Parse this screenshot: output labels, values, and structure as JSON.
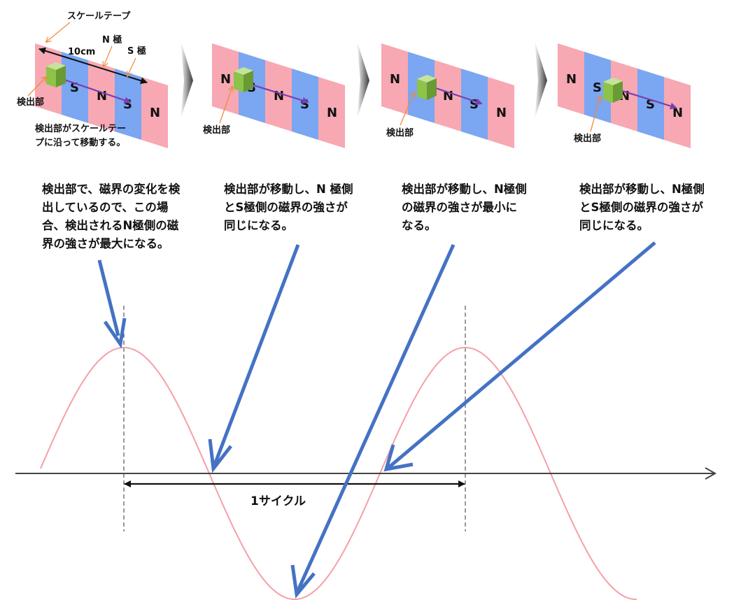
{
  "panel1": {
    "scale_tape_label": "スケールテープ",
    "length_label": "10cm",
    "n_pole_label": "N 極",
    "s_pole_label": "S 極",
    "detector_label": "検出部",
    "caption_line1": "検出部がスケールテー",
    "caption_line2": "プに沿って移動する。",
    "stripes": [
      "",
      "S",
      "N",
      "S",
      "N"
    ]
  },
  "panel2": {
    "detector_label": "検出部",
    "stripes": [
      "N",
      "S",
      "N",
      "S",
      "N"
    ]
  },
  "panel3": {
    "detector_label": "検出部",
    "stripes": [
      "N",
      "",
      "N",
      "S",
      "N"
    ]
  },
  "panel4": {
    "detector_label": "検出部",
    "stripes": [
      "N",
      "S",
      "N",
      "S",
      "N"
    ]
  },
  "descriptions": [
    "検出部で、磁界の変化を検\n出しているので、この場\n合、検出されるN極側の磁\n界の強さが最大になる。",
    "検出部が移動し、N 極側\nとS極側の磁界の強さが\n同じになる。",
    "検出部が移動し、N極側\nの磁界の強さが最小に\nなる。",
    "検出部が移動し、N極側\nとS極側の磁界の強さが\n同じになる。"
  ],
  "cycle_label": "1サイクル",
  "colors": {
    "n_stripe": "#f7a8b3",
    "s_stripe": "#7aa6f2",
    "detector": "#8ec34a",
    "pointer_arrow": "#4472c4",
    "waveform": "#f5a0a8",
    "orange_leader": "#f08a3c",
    "motion_arrow": "#7a3fb0"
  }
}
